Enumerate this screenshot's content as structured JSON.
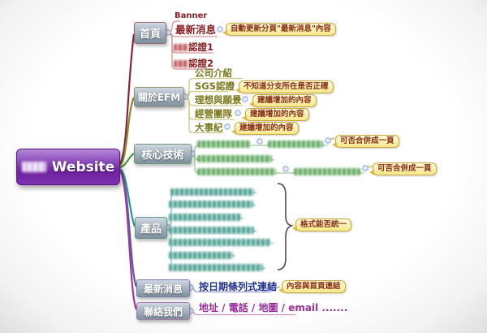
{
  "app": {
    "type": "mind-map-website-plan"
  },
  "root": {
    "label": "Website",
    "redacted_prefix": true
  },
  "colors": {
    "root_bg": "#7c30ae",
    "branch_home": "#8b2432",
    "branch_about": "#8a8a2e",
    "branch_core": "#4a9b3a",
    "branch_products": "#2a9a8a",
    "branch_news": "#5a5aa8",
    "branch_contact": "#9a3a9a",
    "callout_bg": "#f9efa9",
    "callout_border": "#c9a93a",
    "callout_text": "#8a2f1a"
  },
  "branches": [
    {
      "id": "home",
      "label": "首頁",
      "children": [
        {
          "label": "Banner"
        },
        {
          "label": "最新消息",
          "callout": "自動更新分頁\"最新消息\"內容"
        },
        {
          "label": "認證1",
          "redacted_prefix": true
        },
        {
          "label": "認證2",
          "redacted_prefix": true
        }
      ]
    },
    {
      "id": "about",
      "label": "關於EFM",
      "children": [
        {
          "label": "公司介紹"
        },
        {
          "label": "SGS認證",
          "callout": "不知道分支所在是否正確"
        },
        {
          "label": "理想與願景",
          "callout": "建議增加的內容"
        },
        {
          "label": "經營團隊",
          "callout": "建議增加的內容"
        },
        {
          "label": "大事紀",
          "callout": "建議增加的內容"
        }
      ]
    },
    {
      "id": "core",
      "label": "核心技術",
      "children": [
        {
          "redacted": true,
          "redacted_pair": true,
          "callout": "可否合併成一頁"
        },
        {
          "redacted": true
        },
        {
          "redacted": true,
          "redacted_pair": true,
          "callout": "可否合併成一頁"
        }
      ]
    },
    {
      "id": "products",
      "label": "產品",
      "group_callout": "格式能否統一",
      "children": [
        {
          "redacted": true
        },
        {
          "redacted": true
        },
        {
          "redacted": true
        },
        {
          "redacted": true
        },
        {
          "redacted": true
        },
        {
          "redacted": true
        },
        {
          "redacted": true
        }
      ]
    },
    {
      "id": "news",
      "label": "最新消息",
      "children": [
        {
          "label": "按日期條列式連結",
          "callout": "內容與首頁連結"
        }
      ]
    },
    {
      "id": "contact",
      "label": "聯絡我們",
      "children": [
        {
          "label": "地址 / 電話 / 地圖 / email ......."
        }
      ]
    }
  ]
}
